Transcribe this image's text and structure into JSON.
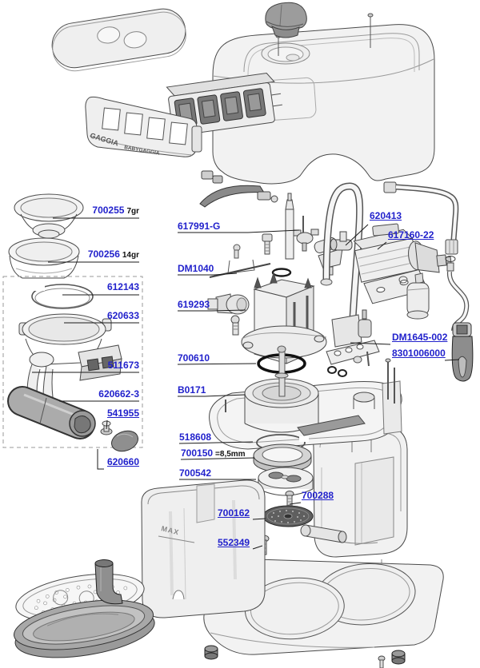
{
  "page": {
    "background": "#ffffff"
  },
  "colors": {
    "link_blue": "#2222cc",
    "leader_line": "#1a1a1a",
    "outline": "#4a4a4a",
    "part_light": "#f2f2f2",
    "part_mid": "#d9d9d9",
    "part_dark": "#8f8f8f"
  },
  "diagram": {
    "title": "Espresso machine exploded parts diagram",
    "texts": {
      "brand": "GAGGIA",
      "model": "BABYGAGGIA",
      "tank_max": "MAX"
    }
  },
  "labels": [
    {
      "id": "700255",
      "text": "700255",
      "suffix": "7gr"
    },
    {
      "id": "700256",
      "text": "700256",
      "suffix": "14gr"
    },
    {
      "id": "612143",
      "text": "612143"
    },
    {
      "id": "620633",
      "text": "620633"
    },
    {
      "id": "511673",
      "text": "511673"
    },
    {
      "id": "620662-3",
      "text": "620662-3"
    },
    {
      "id": "541955",
      "text": "541955"
    },
    {
      "id": "620660",
      "text": "620660"
    },
    {
      "id": "617991-G",
      "text": "617991-G"
    },
    {
      "id": "DM1040",
      "text": "DM1040"
    },
    {
      "id": "619293",
      "text": "619293"
    },
    {
      "id": "700610",
      "text": "700610"
    },
    {
      "id": "B0171",
      "text": "B0171"
    },
    {
      "id": "518608",
      "text": "518608"
    },
    {
      "id": "700150",
      "text": "700150",
      "suffix": "=8,5mm"
    },
    {
      "id": "700542",
      "text": "700542"
    },
    {
      "id": "700288",
      "text": "700288"
    },
    {
      "id": "700162",
      "text": "700162"
    },
    {
      "id": "552349",
      "text": "552349"
    },
    {
      "id": "620413",
      "text": "620413"
    },
    {
      "id": "617160-22",
      "text": "617160-22"
    },
    {
      "id": "DM1645-002",
      "text": "DM1645-002"
    },
    {
      "id": "8301006000",
      "text": "8301006000"
    }
  ]
}
